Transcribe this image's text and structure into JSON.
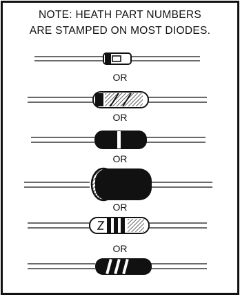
{
  "note": {
    "line1": "NOTE:  HEATH PART NUMBERS",
    "line2": "ARE STAMPED ON MOST DIODES."
  },
  "separators": [
    "OR",
    "OR",
    "OR",
    "OR",
    "OR"
  ],
  "diodes": [
    {
      "name": "small-glass-diode"
    },
    {
      "name": "striped-glass-diode"
    },
    {
      "name": "dark-body-diode"
    },
    {
      "name": "large-stud-diode"
    },
    {
      "name": "banded-glass-diode"
    },
    {
      "name": "banded-dark-diode"
    }
  ]
}
